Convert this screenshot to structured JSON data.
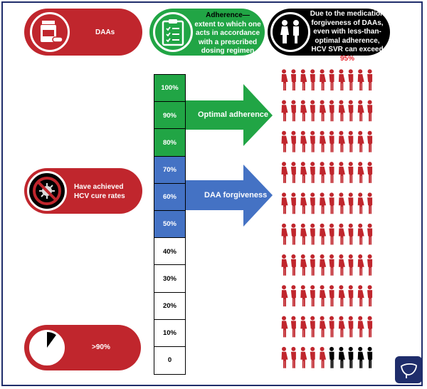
{
  "top": {
    "daas_label": "DAAs",
    "adherence_title": "Adherence—",
    "adherence_line1": "extent to which one",
    "adherence_line2": "acts in accordance",
    "adherence_line3": "with a prescribed",
    "adherence_line4": "dosing regimen",
    "forgive_line1": "Due to the medication",
    "forgive_line2": "forgiveness of DAAs,",
    "forgive_line3": "even with less-than-",
    "forgive_line4": "optimal adherence,",
    "forgive_line5_prefix": "HCV SVR can exceed ",
    "forgive_line5_highlight": "95%"
  },
  "cure": {
    "line1": "Have achieved",
    "line2": "HCV cure rates"
  },
  "pct_pill": {
    "label": ">90%",
    "pie_fraction": 0.1
  },
  "scale": [
    {
      "label": "100%",
      "color": "#21a545"
    },
    {
      "label": "90%",
      "color": "#21a545"
    },
    {
      "label": "80%",
      "color": "#21a545"
    },
    {
      "label": "70%",
      "color": "#4472c4"
    },
    {
      "label": "60%",
      "color": "#4472c4"
    },
    {
      "label": "50%",
      "color": "#4472c4"
    },
    {
      "label": "40%",
      "color": "#ffffff"
    },
    {
      "label": "30%",
      "color": "#ffffff"
    },
    {
      "label": "20%",
      "color": "#ffffff"
    },
    {
      "label": "10%",
      "color": "#ffffff"
    },
    {
      "label": "0",
      "color": "#ffffff"
    }
  ],
  "arrows": {
    "optimal": "Optimal adherence",
    "forgiveness": "DAA forgiveness"
  },
  "people": {
    "rows": 10,
    "cols": 10,
    "red_total": 95
  },
  "colors": {
    "red": "#c0262d",
    "green": "#21a545",
    "blue": "#4472c4",
    "black": "#000000",
    "navy": "#1f2d6b"
  },
  "icons": [
    "pill-bottle-icon",
    "clipboard-checklist-icon",
    "couple-icon",
    "no-virus-icon",
    "liver-icon"
  ]
}
